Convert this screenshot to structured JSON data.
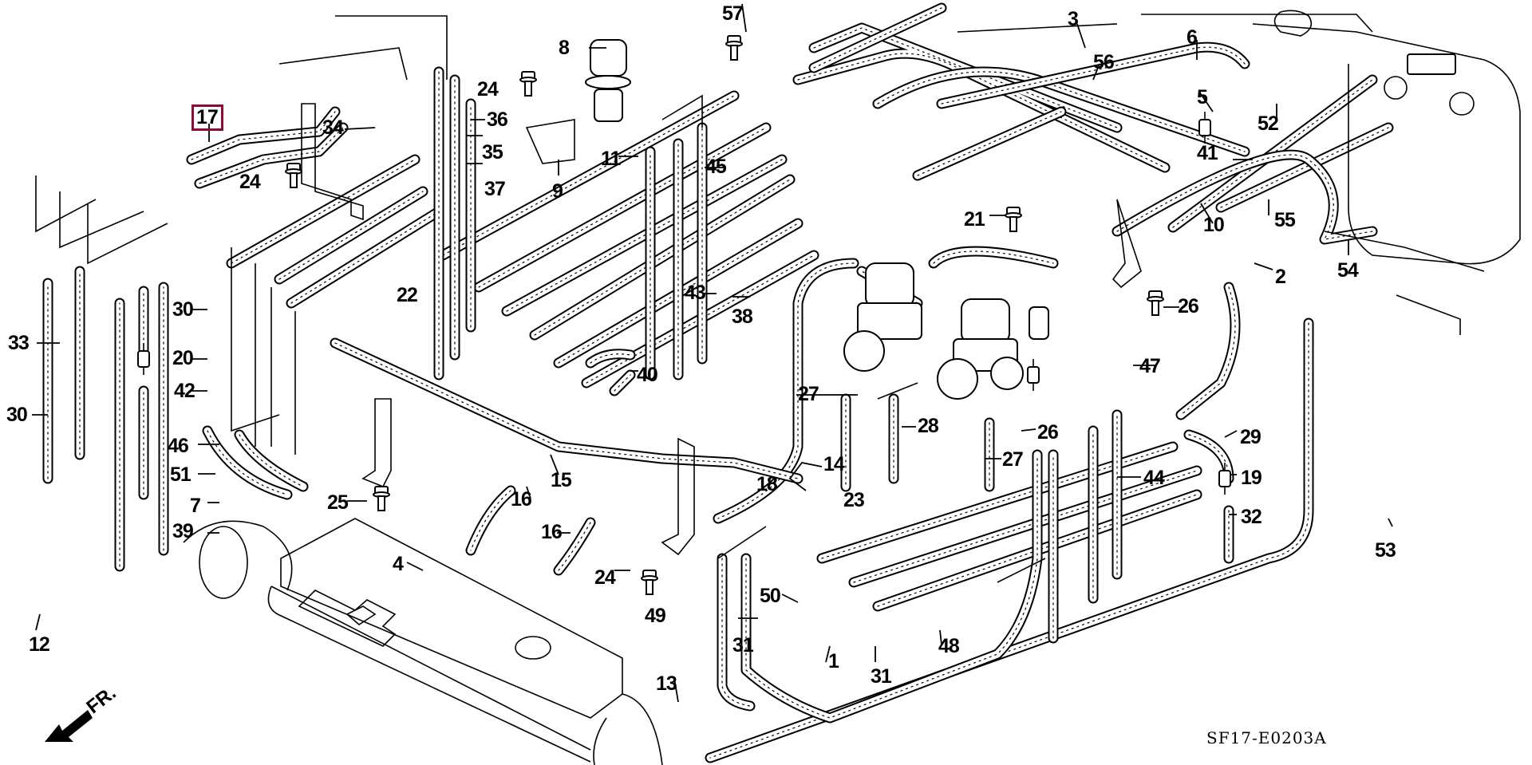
{
  "diagram": {
    "title": "Vacuum hose / tubing routing – exploded parts diagram",
    "diagram_code": "SF17-E0203A",
    "direction_marker": "FR.",
    "highlighted_part": "17",
    "highlight_color": "#8b0a32",
    "line_color": "#000000",
    "background": "#ffffff"
  },
  "callouts": [
    {
      "id": "c1",
      "text": "1"
    },
    {
      "id": "c2",
      "text": "2"
    },
    {
      "id": "c3",
      "text": "3"
    },
    {
      "id": "c4",
      "text": "4"
    },
    {
      "id": "c5",
      "text": "5"
    },
    {
      "id": "c6",
      "text": "6"
    },
    {
      "id": "c7",
      "text": "7"
    },
    {
      "id": "c8",
      "text": "8"
    },
    {
      "id": "c9",
      "text": "9"
    },
    {
      "id": "c10",
      "text": "10"
    },
    {
      "id": "c11",
      "text": "11"
    },
    {
      "id": "c12",
      "text": "12"
    },
    {
      "id": "c13",
      "text": "13"
    },
    {
      "id": "c14",
      "text": "14"
    },
    {
      "id": "c15",
      "text": "15"
    },
    {
      "id": "c16a",
      "text": "16"
    },
    {
      "id": "c16b",
      "text": "16"
    },
    {
      "id": "c17",
      "text": "17"
    },
    {
      "id": "c18",
      "text": "18"
    },
    {
      "id": "c19",
      "text": "19"
    },
    {
      "id": "c20",
      "text": "20"
    },
    {
      "id": "c21",
      "text": "21"
    },
    {
      "id": "c22",
      "text": "22"
    },
    {
      "id": "c23",
      "text": "23"
    },
    {
      "id": "c24a",
      "text": "24"
    },
    {
      "id": "c24b",
      "text": "24"
    },
    {
      "id": "c24c",
      "text": "24"
    },
    {
      "id": "c25",
      "text": "25"
    },
    {
      "id": "c26a",
      "text": "26"
    },
    {
      "id": "c26b",
      "text": "26"
    },
    {
      "id": "c27a",
      "text": "27"
    },
    {
      "id": "c27b",
      "text": "27"
    },
    {
      "id": "c28",
      "text": "28"
    },
    {
      "id": "c29",
      "text": "29"
    },
    {
      "id": "c30a",
      "text": "30"
    },
    {
      "id": "c30b",
      "text": "30"
    },
    {
      "id": "c31a",
      "text": "31"
    },
    {
      "id": "c31b",
      "text": "31"
    },
    {
      "id": "c32",
      "text": "32"
    },
    {
      "id": "c33",
      "text": "33"
    },
    {
      "id": "c34",
      "text": "34"
    },
    {
      "id": "c35",
      "text": "35"
    },
    {
      "id": "c36",
      "text": "36"
    },
    {
      "id": "c37",
      "text": "37"
    },
    {
      "id": "c38",
      "text": "38"
    },
    {
      "id": "c39",
      "text": "39"
    },
    {
      "id": "c40",
      "text": "40"
    },
    {
      "id": "c41",
      "text": "41"
    },
    {
      "id": "c42",
      "text": "42"
    },
    {
      "id": "c43",
      "text": "43"
    },
    {
      "id": "c44",
      "text": "44"
    },
    {
      "id": "c45",
      "text": "45"
    },
    {
      "id": "c46",
      "text": "46"
    },
    {
      "id": "c47",
      "text": "47"
    },
    {
      "id": "c48",
      "text": "48"
    },
    {
      "id": "c49",
      "text": "49"
    },
    {
      "id": "c50",
      "text": "50"
    },
    {
      "id": "c51",
      "text": "51"
    },
    {
      "id": "c52",
      "text": "52"
    },
    {
      "id": "c53",
      "text": "53"
    },
    {
      "id": "c54",
      "text": "54"
    },
    {
      "id": "c55",
      "text": "55"
    },
    {
      "id": "c56",
      "text": "56"
    },
    {
      "id": "c57",
      "text": "57"
    }
  ]
}
